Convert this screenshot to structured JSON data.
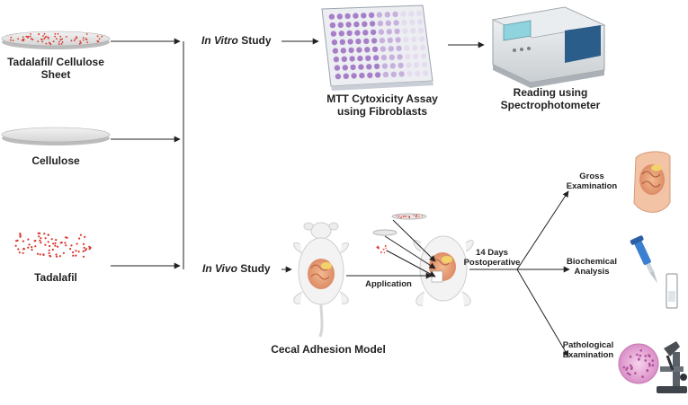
{
  "materials": {
    "sheet": {
      "line1": "Tadalafil/ Cellulose",
      "line2": "Sheet"
    },
    "cellulose": "Cellulose",
    "tadalafil": "Tadalafil"
  },
  "in_vitro": {
    "prefix": "In Vitro",
    "suffix": " Study",
    "assay": {
      "line1": "MTT Cytoxicity Assay",
      "line2": "using Fibroblasts"
    },
    "reading": {
      "line1": "Reading using",
      "line2": "Spectrophotometer"
    }
  },
  "in_vivo": {
    "prefix": "In Vivo",
    "suffix": " Study",
    "model": "Cecal Adhesion Model",
    "application": "Application",
    "days": {
      "line1": "14 Days",
      "line2": "Postoperative"
    }
  },
  "outcomes": {
    "gross": {
      "line1": "Gross",
      "line2": "Examination"
    },
    "biochem": {
      "line1": "Biochemical",
      "line2": "Analysis"
    },
    "patho": {
      "line1": "Pathological",
      "line2": "Examination"
    }
  },
  "colors": {
    "plate_well": "#a77fc9",
    "dot_red": "#d9352b",
    "tissue": "#e9a383",
    "arrow": "#222222"
  }
}
